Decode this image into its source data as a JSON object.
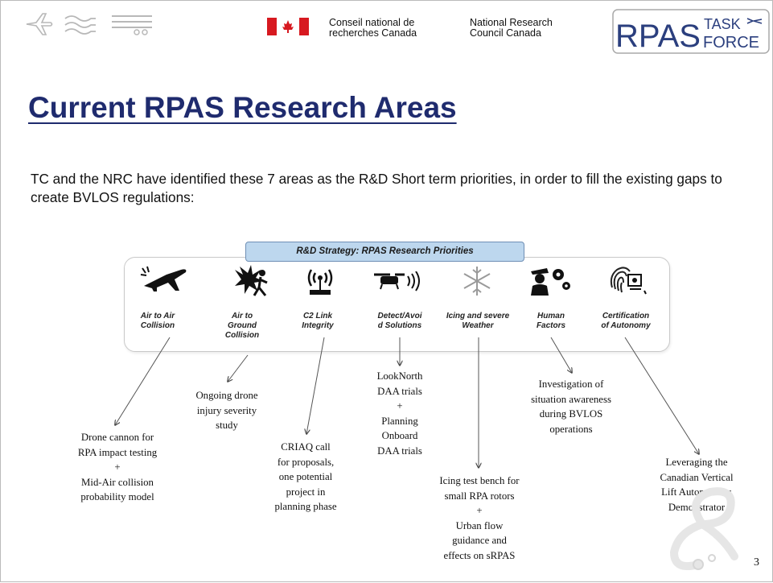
{
  "header": {
    "org_fr": [
      "Conseil national de",
      "recherches Canada"
    ],
    "org_en": [
      "National Research",
      "Council Canada"
    ],
    "logo": {
      "main": "RPAS",
      "task": "TASK",
      "force": "FORCE"
    }
  },
  "slide": {
    "title": "Current RPAS Research Areas",
    "intro": "TC and the NRC have identified these 7 areas as the R&D Short term priorities, in order to fill the existing gaps to create BVLOS regulations:",
    "banner": "R&D Strategy: RPAS Research Priorities",
    "page_number": "3"
  },
  "areas": [
    {
      "label": [
        "Air to Air",
        "Collision"
      ],
      "icon": "airplane-icon"
    },
    {
      "label": [
        "Air to",
        "Ground",
        "Collision"
      ],
      "icon": "collision-person-icon"
    },
    {
      "label": [
        "C2 Link",
        "Integrity"
      ],
      "icon": "wireless-signal-icon"
    },
    {
      "label": [
        "Detect/Avoi",
        "d Solutions"
      ],
      "icon": "drone-sensor-icon"
    },
    {
      "label": [
        "Icing and severe",
        "Weather"
      ],
      "icon": "snowflake-icon"
    },
    {
      "label": [
        "Human",
        "Factors"
      ],
      "icon": "pilot-gears-icon"
    },
    {
      "label": [
        "Certification",
        "of Autonomy"
      ],
      "icon": "fingerprint-computer-icon"
    }
  ],
  "notes": [
    [
      "Drone cannon for",
      "RPA impact testing",
      "+",
      "Mid-Air collision",
      "probability model"
    ],
    [
      "Ongoing drone",
      "injury severity",
      "study"
    ],
    [
      "CRIAQ call",
      "for proposals,",
      "one potential",
      "project in",
      "planning phase"
    ],
    [
      "LookNorth",
      "DAA trials",
      "+",
      "Planning",
      "Onboard",
      "DAA trials"
    ],
    [
      "Icing test bench for",
      "small RPA rotors",
      "+",
      "Urban flow",
      "guidance and",
      "effects on sRPAS"
    ],
    [
      "Investigation of",
      "situation awareness",
      "during BVLOS",
      "operations"
    ],
    [
      "Leveraging the",
      "Canadian Vertical",
      "Lift Autonomous",
      "Demonstrator"
    ]
  ]
}
